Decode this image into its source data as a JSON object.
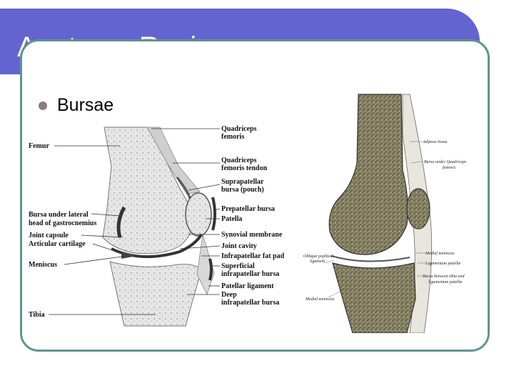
{
  "slide": {
    "title": "Anatomy Review",
    "bullet": "Bursae"
  },
  "figure_left": {
    "labels_left": [
      "Femur",
      "Bursa under lateral",
      "head of gastrocnemius",
      "Joint capsule",
      "Articular cartilage",
      "Meniscus",
      "Tibia"
    ],
    "labels_right": [
      "Quadriceps",
      "femoris",
      "Quadriceps",
      "femoris tendon",
      "Suprapatellar",
      "bursa (pouch)",
      "Prepatellar bursa",
      "Patella",
      "Synovial membrane",
      "Joint cavity",
      "Infrapatellar fat pad",
      "Superficial",
      "infrapatellar bursa",
      "Patellar ligament",
      "Deep",
      "infrapatellar bursa"
    ]
  },
  "figure_right": {
    "labels": [
      "Adipose tissue",
      "Bursa under Quadriceps",
      "femoris",
      "Medial meniscus",
      "Ligamentum patellæ",
      "Bursa between tibia and",
      "ligamentum patellæ",
      "Oblique popliteal",
      "ligament",
      "Medial meniscus"
    ]
  },
  "colors": {
    "title_bar": "#6464d0",
    "frame_border": "#5f9490",
    "bullet_dot": "#8c7b86"
  }
}
